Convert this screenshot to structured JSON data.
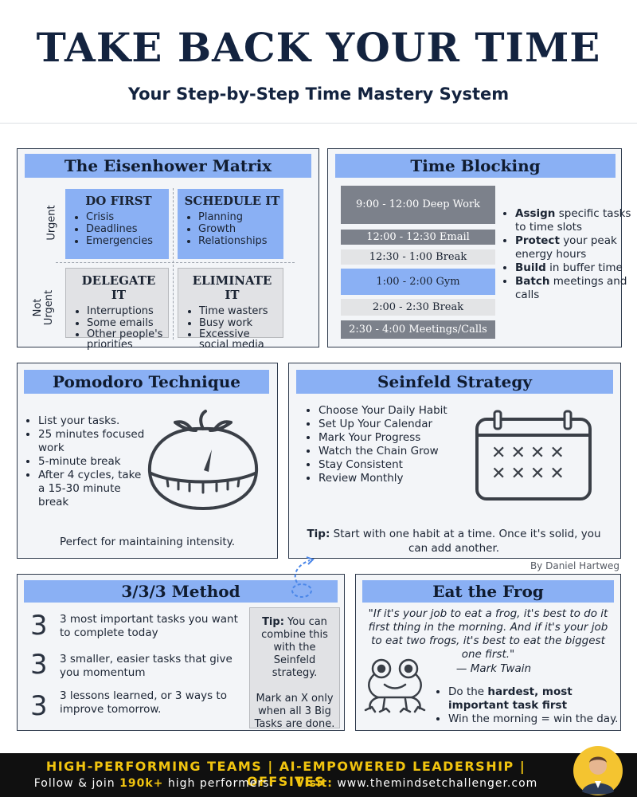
{
  "header": {
    "title": "TAKE BACK YOUR TIME",
    "subtitle": "Your Step-by-Step Time Mastery System"
  },
  "eisenhower": {
    "title": "The Eisenhower Matrix",
    "row_labels": {
      "urgent": "Urgent",
      "not_urgent_1": "Not",
      "not_urgent_2": "Urgent"
    },
    "quadrants": [
      {
        "title": "DO FIRST",
        "items": [
          "Crisis",
          "Deadlines",
          "Emergencies"
        ]
      },
      {
        "title": "SCHEDULE IT",
        "items": [
          "Planning",
          "Growth",
          "Relationships"
        ]
      },
      {
        "title": "DELEGATE IT",
        "items": [
          "Interruptions",
          "Some emails",
          "Other people's priorities"
        ]
      },
      {
        "title": "ELIMINATE IT",
        "items": [
          "Time wasters",
          "Busy work",
          "Excessive social media"
        ]
      }
    ]
  },
  "time_blocking": {
    "title": "Time Blocking",
    "blocks": [
      {
        "label": "9:00 - 12:00  Deep Work"
      },
      {
        "label": "12:00 - 12:30  Email"
      },
      {
        "label": "12:30 - 1:00  Break"
      },
      {
        "label": "1:00 - 2:00  Gym"
      },
      {
        "label": "2:00 - 2:30  Break"
      },
      {
        "label": "2:30 - 4:00  Meetings/Calls"
      }
    ],
    "tips": [
      {
        "bold": "Assign",
        "rest": " specific tasks to time slots"
      },
      {
        "bold": "Protect",
        "rest": " your peak energy hours"
      },
      {
        "bold": "Build",
        "rest": " in buffer time"
      },
      {
        "bold": "Batch",
        "rest": " meetings and calls"
      }
    ]
  },
  "pomodoro": {
    "title": "Pomodoro Technique",
    "items": [
      "List your tasks.",
      "25 minutes focused work",
      "5-minute break",
      "After 4 cycles, take a 15-30 minute break"
    ],
    "footer": "Perfect for maintaining intensity."
  },
  "seinfeld": {
    "title": "Seinfeld Strategy",
    "items": [
      "Choose Your Daily Habit",
      "Set Up Your Calendar",
      "Mark Your Progress",
      "Watch the Chain Grow",
      "Stay Consistent",
      "Review Monthly"
    ],
    "tip_label": "Tip:",
    "tip_text": " Start with one habit at a time. Once it's solid, you can add another.",
    "calendar_mark": "✕"
  },
  "byline": "By Daniel Hartweg",
  "method333": {
    "title": "3/3/3 Method",
    "rows": [
      {
        "num": "3",
        "text": "3 most important tasks you want to complete today"
      },
      {
        "num": "3",
        "text": "3 smaller, easier tasks that give you momentum"
      },
      {
        "num": "3",
        "text": "3 lessons learned, or 3 ways to improve tomorrow."
      }
    ],
    "tip_label": "Tip:",
    "tip_text": " You can combine this with the Seinfeld strategy.",
    "tip_text2": "Mark an X only when all 3 Big Tasks are done."
  },
  "frog": {
    "title": "Eat the Frog",
    "quote": "\"If it's your job to eat a frog, it's best to do it first thing in the morning. And if it's your job to eat two frogs, it's best to eat the biggest one first.\"",
    "author": "— Mark Twain",
    "item1_a": "Do the ",
    "item1_b": "hardest, most important task first",
    "item2": "Win the morning = win the day."
  },
  "footer": {
    "line1": "HIGH-PERFORMING TEAMS | AI-EMPOWERED LEADERSHIP | OFFSITES",
    "line2_a": "Follow & join ",
    "line2_b": "190k+",
    "line2_c": " high performers.",
    "visit_label": "Visit:",
    "url": " www.themindsetchallenger.com"
  },
  "colors": {
    "accent_blue": "#8ab0f4",
    "navy": "#13233f",
    "footer_gold": "#f1c40f"
  }
}
